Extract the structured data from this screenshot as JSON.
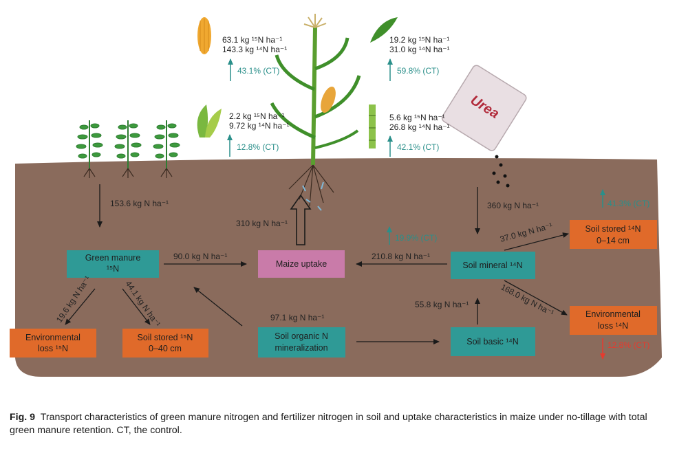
{
  "colors": {
    "soil": "#8a6b5c",
    "teal_box": "#2f9a96",
    "orange_box": "#e06a2a",
    "pink_box": "#c97ba9",
    "teal_text": "#2a8f8a",
    "red_text": "#e63a2e"
  },
  "bag": {
    "label": "Urea"
  },
  "top": {
    "grain": {
      "n15": "63.1 kg ¹⁵N ha⁻¹",
      "n14": "143.3 kg ¹⁴N ha⁻¹",
      "pct": "43.1% (CT)"
    },
    "husk": {
      "n15": "2.2 kg ¹⁵N ha⁻¹",
      "n14": "9.72 kg ¹⁴N ha⁻¹",
      "pct": "12.8% (CT)"
    },
    "leaf": {
      "n15": "19.2 kg ¹⁵N ha⁻¹",
      "n14": "31.0 kg ¹⁴N ha⁻¹",
      "pct": "59.8% (CT)"
    },
    "stem": {
      "n15": "5.6 kg ¹⁵N ha⁻¹",
      "n14": "26.8 kg ¹⁴N ha⁻¹",
      "pct": "42.1% (CT)"
    }
  },
  "boxes": {
    "green_manure": [
      "Green manure",
      "¹⁵N"
    ],
    "maize_uptake": [
      "Maize uptake"
    ],
    "soil_mineral": [
      "Soil mineral ¹⁴N"
    ],
    "soil_stored_14": [
      "Soil stored ¹⁴N",
      "0–14 cm"
    ],
    "env_loss_14": [
      "Environmental",
      "loss ¹⁴N"
    ],
    "env_loss_15": [
      "Environmental",
      "loss ¹⁵N"
    ],
    "soil_stored_15": [
      "Soil stored ¹⁵N",
      "0–40 cm"
    ],
    "soil_organic": [
      "Soil organic N",
      "mineralization"
    ],
    "soil_basic": [
      "Soil basic ¹⁴N"
    ]
  },
  "flows": {
    "gm_input": "153.6 kg N ha⁻¹",
    "gm_to_uptake": "90.0 kg N ha⁻¹",
    "uptake_total": "310 kg N ha⁻¹",
    "mineral_to_uptake": "210.8 kg N ha⁻¹",
    "urea_input": "360 kg N ha⁻¹",
    "mineral_to_stored": "37.0 kg N ha⁻¹",
    "mineral_to_loss": "168.0 kg N ha⁻¹",
    "basic_to_mineral": "55.8 kg N ha⁻¹",
    "organic_mineralization": "97.1 kg N ha⁻¹",
    "gm_to_loss": "19.6 kg N ha⁻¹",
    "gm_to_stored": "44.1 kg N ha⁻¹",
    "pct_uptake": "19.9% (CT)",
    "pct_stored": "41.3% (CT)",
    "pct_loss": "12.8% (CT)"
  },
  "caption": {
    "label": "Fig. 9",
    "text": "Transport characteristics of green manure nitrogen and fertilizer nitrogen in soil and uptake characteristics in maize under no-tillage with total green manure retention.  CT, the control."
  }
}
